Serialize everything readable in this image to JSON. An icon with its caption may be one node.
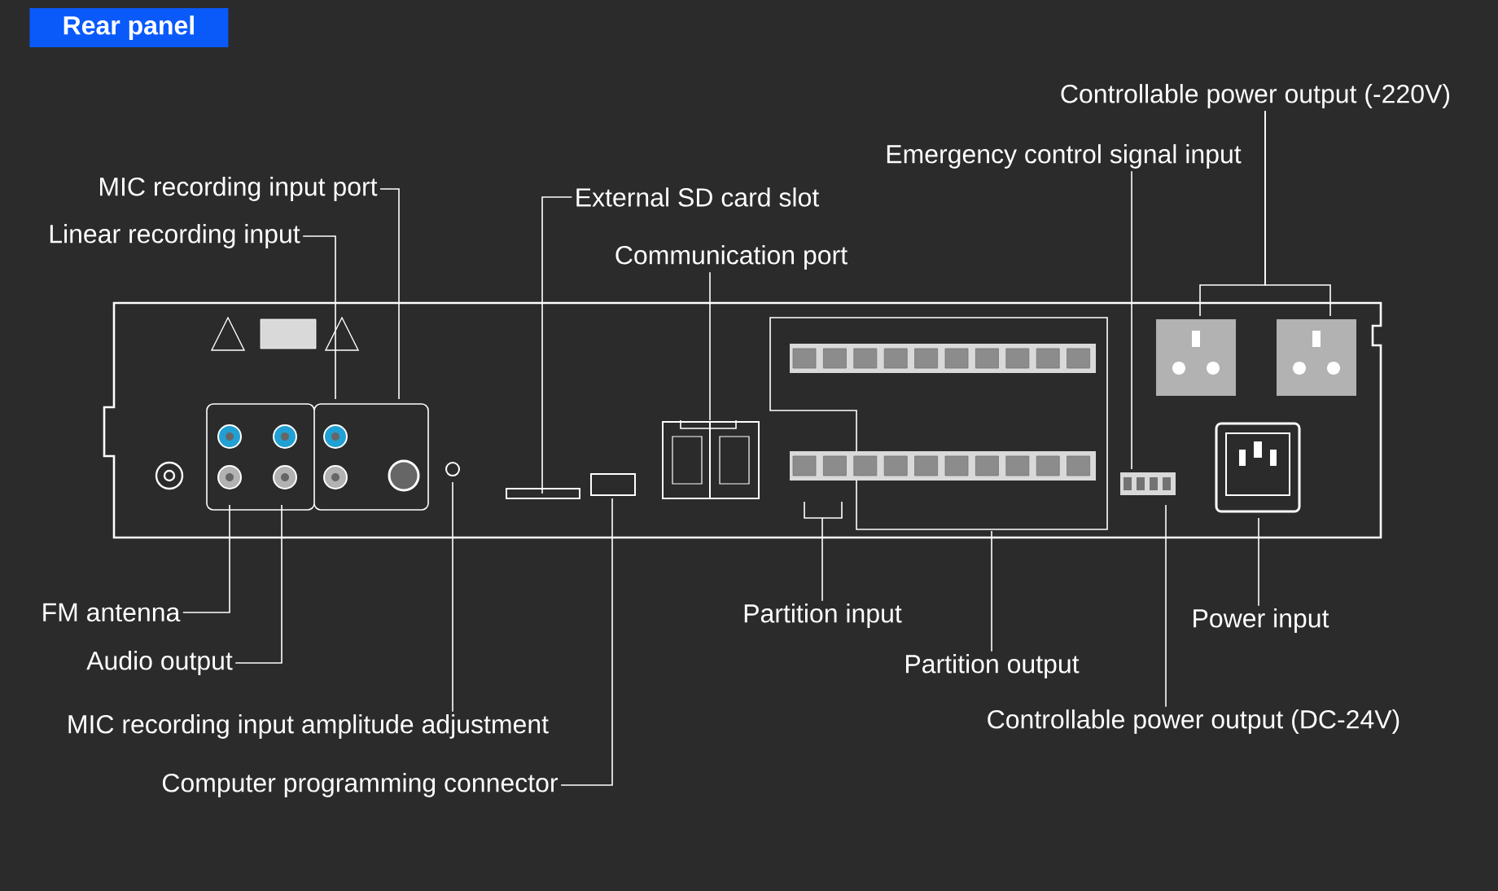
{
  "diagram": {
    "title": "Rear panel",
    "nodes": [
      {
        "text": [
          "Controllable power output (-220V)"
        ]
      },
      {
        "text": [
          "Emergency control signal input"
        ]
      },
      {
        "text": [
          "MIC recording input port"
        ]
      },
      {
        "text": [
          "Linear recording input"
        ]
      },
      {
        "text": [
          "External SD card slot"
        ]
      },
      {
        "text": [
          "Communication port"
        ]
      },
      {
        "text": [
          "FM antenna"
        ]
      },
      {
        "text": [
          "Audio output"
        ]
      },
      {
        "text": [
          "MIC recording input amplitude adjustment"
        ]
      },
      {
        "text": [
          "Computer programming connector"
        ]
      },
      {
        "text": [
          "Partition input"
        ]
      },
      {
        "text": [
          "Partition output"
        ]
      },
      {
        "text": [
          "Power input"
        ]
      },
      {
        "text": [
          "Controllable power output (DC-24V)"
        ]
      }
    ],
    "edges": [
      {
        "from": 0,
        "to": null,
        "arrow": "none"
      },
      {
        "from": 0,
        "to": null,
        "arrow": "none"
      },
      {
        "from": 1,
        "to": null,
        "arrow": "none"
      },
      {
        "from": 2,
        "to": null,
        "arrow": "none"
      },
      {
        "from": 3,
        "to": null,
        "arrow": "none"
      },
      {
        "from": 4,
        "to": null,
        "arrow": "none"
      },
      {
        "from": 5,
        "to": null,
        "arrow": "none"
      },
      {
        "from": 6,
        "to": null,
        "arrow": "none"
      },
      {
        "from": 7,
        "to": null,
        "arrow": "none"
      },
      {
        "from": 8,
        "to": null,
        "arrow": "none"
      },
      {
        "from": 9,
        "to": null,
        "arrow": "none"
      },
      {
        "from": 10,
        "to": null,
        "arrow": "none"
      },
      {
        "from": 11,
        "to": null,
        "arrow": "none"
      },
      {
        "from": 12,
        "to": null,
        "arrow": "none"
      },
      {
        "from": 13,
        "to": null,
        "arrow": "none"
      }
    ]
  }
}
